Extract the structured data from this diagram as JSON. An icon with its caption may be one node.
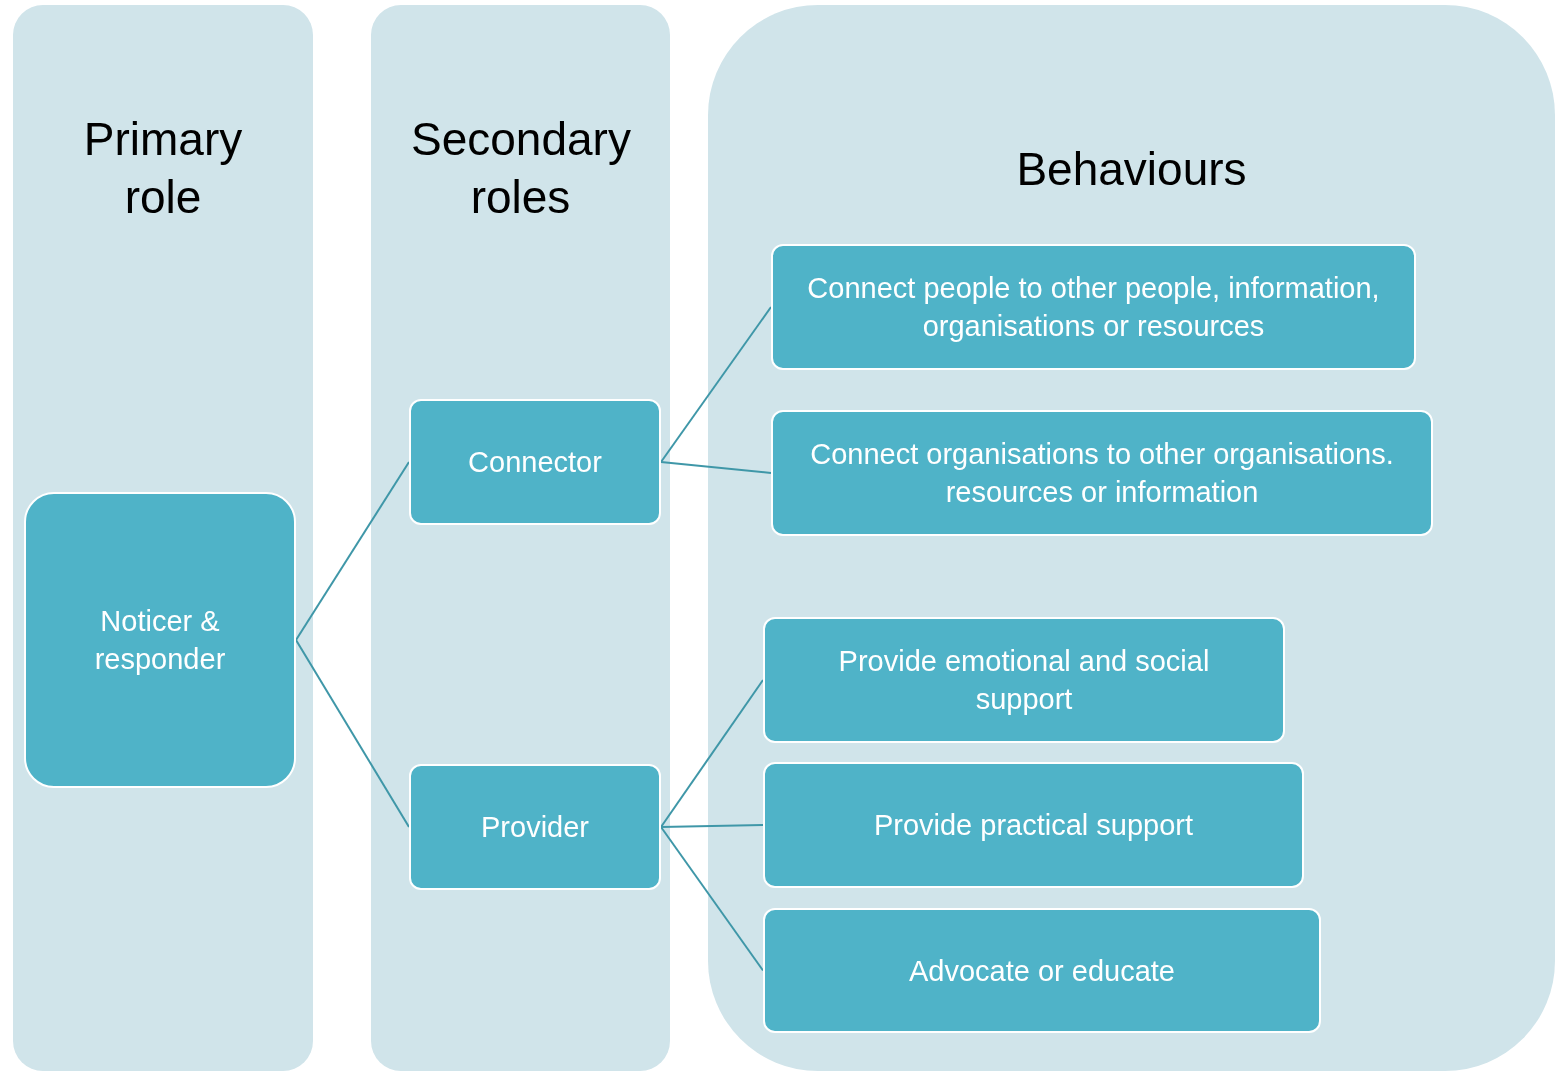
{
  "diagram": {
    "nodes": [
      {
        "text": [
          "Primary role"
        ]
      },
      {
        "text": [
          "Secondary roles"
        ]
      },
      {
        "text": [
          "Behaviours"
        ]
      },
      {
        "text": [
          "Noticer & responder"
        ],
        "in": 0
      },
      {
        "text": [
          "Connector"
        ],
        "in": 1
      },
      {
        "text": [
          "Provider"
        ],
        "in": 1
      },
      {
        "text": [
          "Connect people to other people, information, organisations or resources"
        ],
        "in": 2
      },
      {
        "text": [
          "Connect organisations to other organisations. resources or information"
        ],
        "in": 2
      },
      {
        "text": [
          "Provide emotional and social support"
        ],
        "in": 2
      },
      {
        "text": [
          "Provide practical support"
        ],
        "in": 2
      },
      {
        "text": [
          "Advocate or educate"
        ],
        "in": 2
      }
    ],
    "edges": [
      {
        "from": 3,
        "to": 4,
        "arrow": "none"
      },
      {
        "from": 3,
        "to": 5,
        "arrow": "none"
      },
      {
        "from": 4,
        "to": 6,
        "arrow": "none"
      },
      {
        "from": 4,
        "to": 7,
        "arrow": "none"
      },
      {
        "from": 5,
        "to": 8,
        "arrow": "none"
      },
      {
        "from": 5,
        "to": 9,
        "arrow": "none"
      },
      {
        "from": 5,
        "to": 10,
        "arrow": "none"
      }
    ]
  }
}
